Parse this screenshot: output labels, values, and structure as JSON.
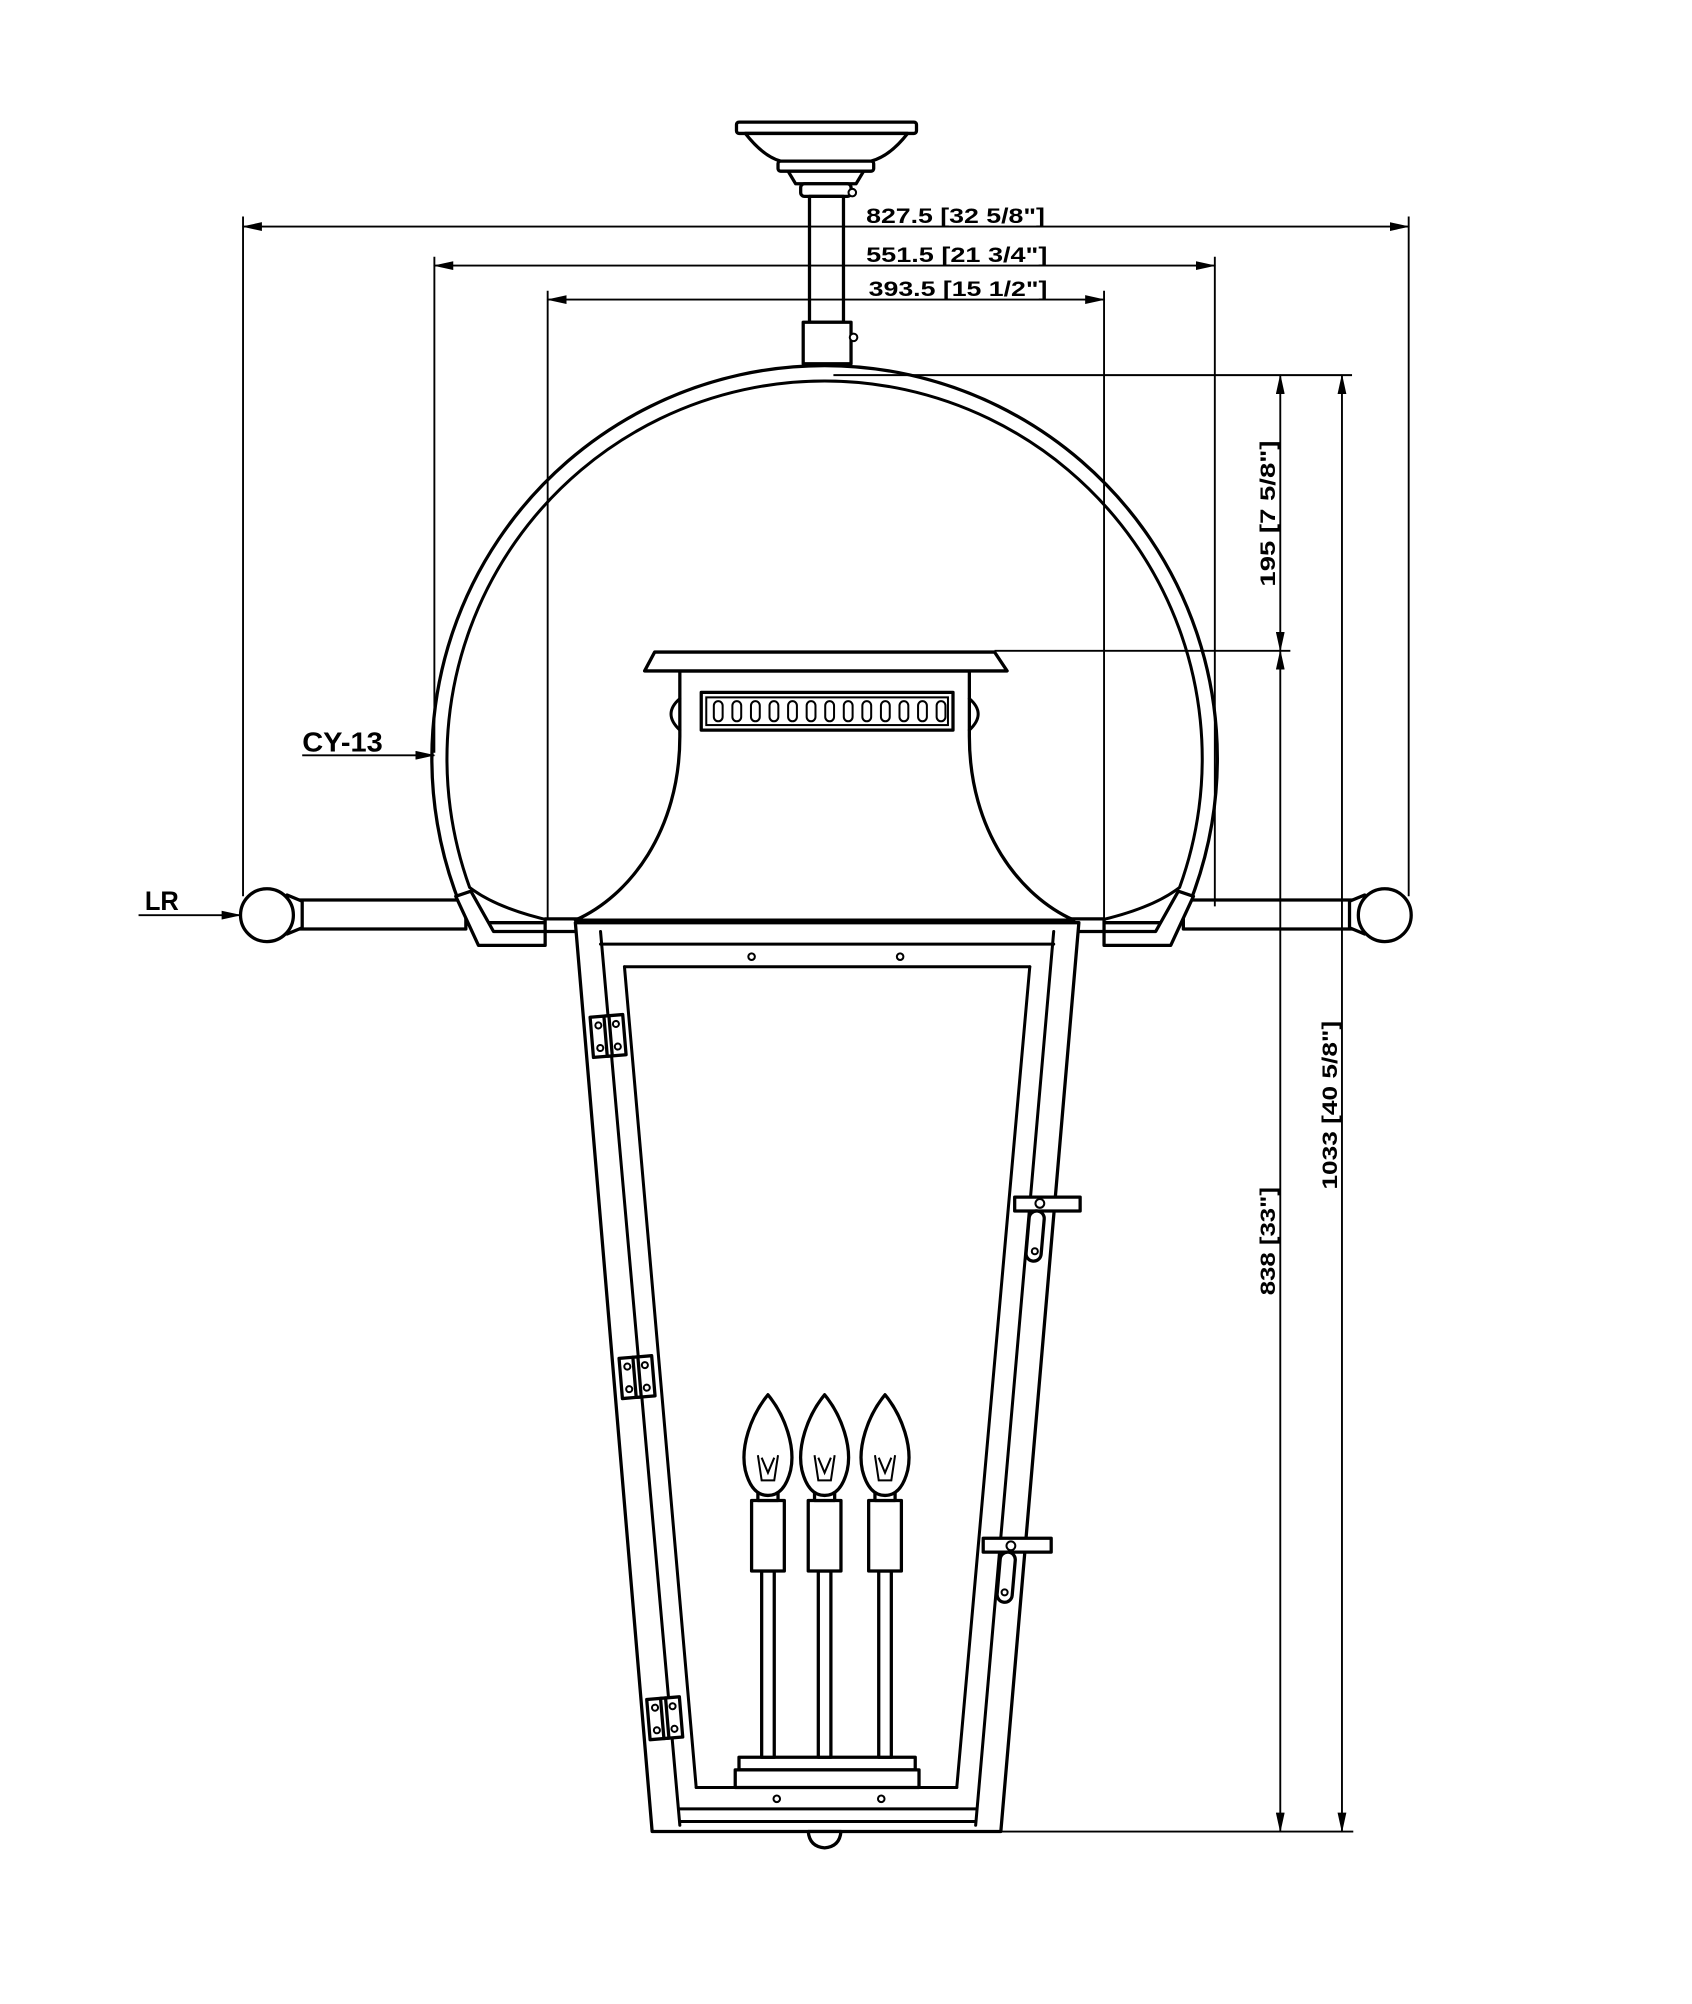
{
  "drawing": {
    "line_color": "#000000",
    "background": "#ffffff"
  },
  "dimensions": {
    "overall_width": "827.5 [32 5/8\"]",
    "dome_width": "551.5 [21 3/4\"]",
    "lantern_width": "393.5 [15 1/2\"]",
    "dome_height": "195 [7 5/8\"]",
    "lantern_height": "838 [33\"]",
    "overall_height": "1033 [40 5/8\"]"
  },
  "callouts": {
    "dome_part": "CY-13",
    "arm_part": "LR"
  }
}
